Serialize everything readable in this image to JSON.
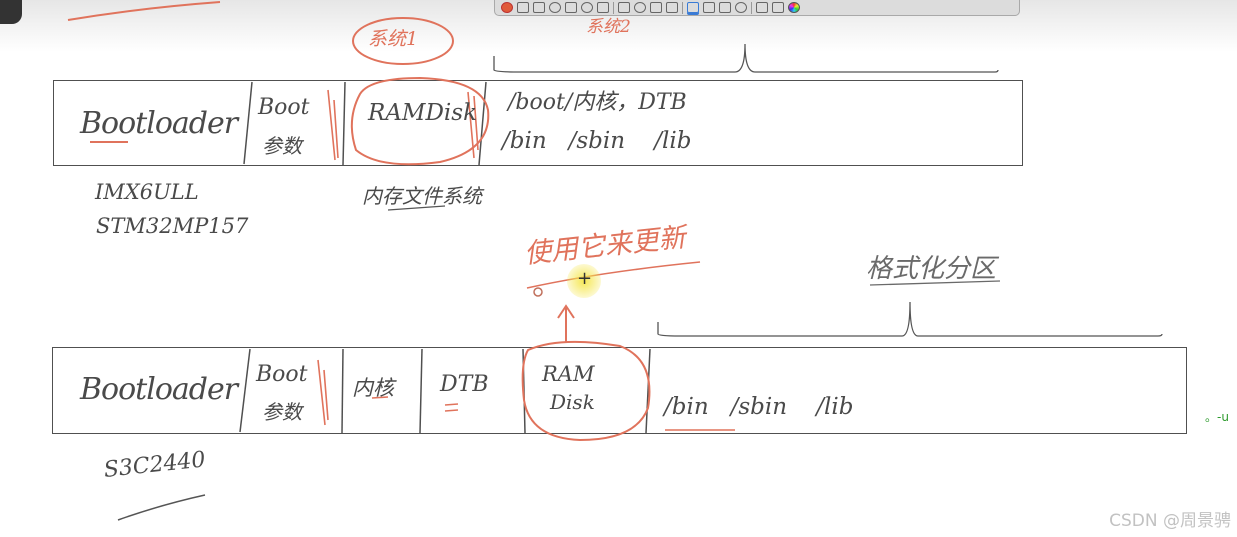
{
  "colors": {
    "ink": "#4a4a4a",
    "annotation_red": "#e0735c",
    "cursor_yellow": "#f5e64a",
    "toolbar_bg": "#dcdcdc"
  },
  "toolbar": {
    "tools": [
      "pen",
      "arrow",
      "rectangle-select",
      "lasso",
      "text",
      "zoom",
      "move",
      "ruler",
      "stamp",
      "wave",
      "highlighter",
      "line",
      "rectangle",
      "polyline",
      "ellipse",
      "copy",
      "bucket",
      "color-picker"
    ]
  },
  "annotations_top": {
    "system1": "系统1",
    "system2": "系统2"
  },
  "diagram1": {
    "bootloader": "Bootloader",
    "boot_line1": "Boot",
    "boot_line2": "参数",
    "ramdisk": "RAMDisk",
    "rootfs_line1": "/boot/内核，DTB",
    "rootfs_line2": "/bin   /sbin    /lib",
    "chip1": "IMX6ULL",
    "chip2": "STM32MP157",
    "ram_fs_note": "内存文件系统"
  },
  "middle_annotations": {
    "use_note": "使用它来更新",
    "format_note": "格式化分区"
  },
  "diagram2": {
    "bootloader": "Bootloader",
    "boot_line1": "Boot",
    "boot_line2": "参数",
    "kernel": "内核",
    "dtb": "DTB",
    "ram": "RAM",
    "disk": "Disk",
    "rootfs": "/bin   /sbin    /lib",
    "chip": "S3C2440"
  },
  "edge_note": "。-u",
  "watermark": "CSDN @周景骋"
}
